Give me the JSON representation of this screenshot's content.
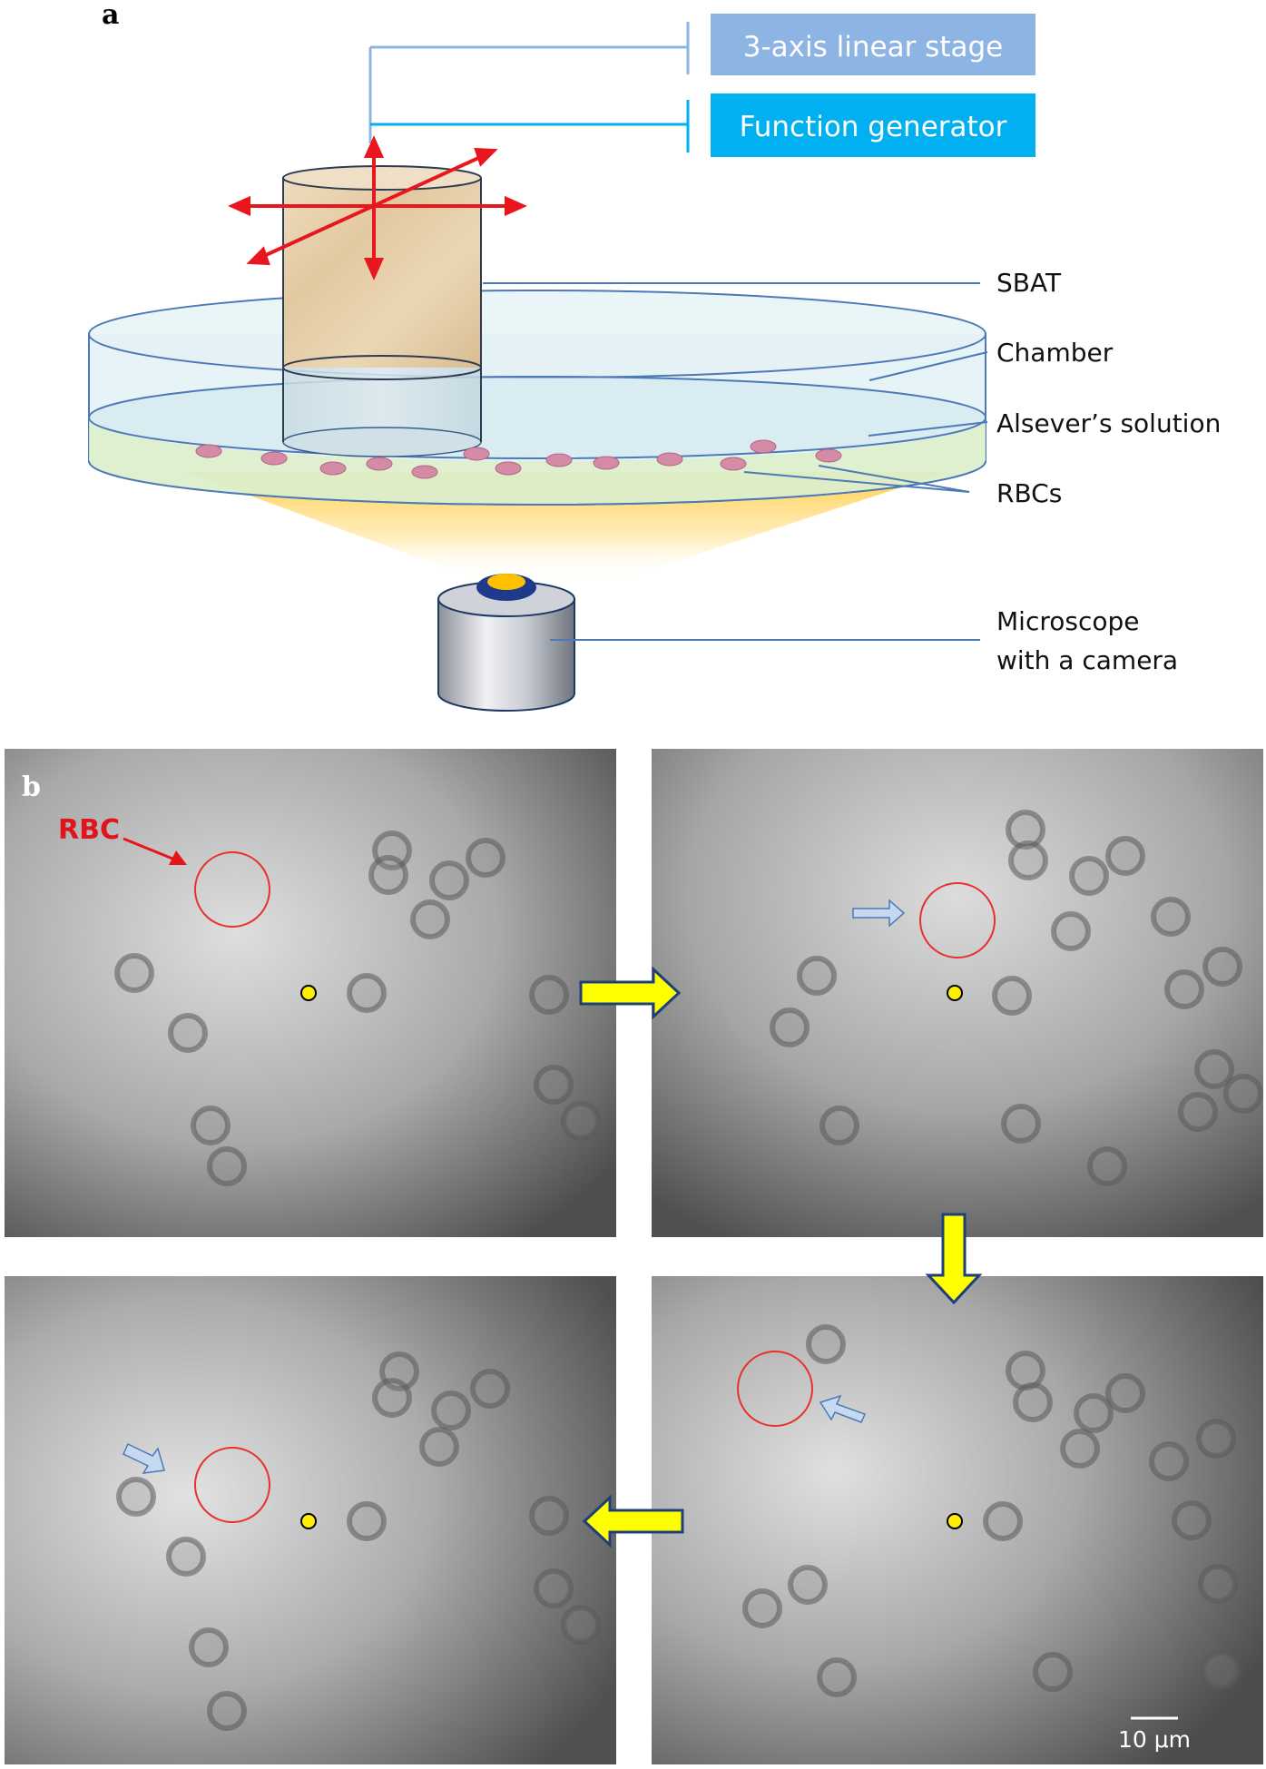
{
  "panel_a": {
    "letter": "a",
    "boxes": {
      "stage": {
        "label": "3-axis linear stage",
        "color": "#8eb4e3"
      },
      "generator": {
        "label": "Function generator",
        "color": "#00b0f0"
      }
    },
    "labels": {
      "sbat": "SBAT",
      "chamber": "Chamber",
      "solution": "Alsever’s solution",
      "rbcs": "RBCs",
      "microscope_line1": "Microscope",
      "microscope_line2": "with a camera"
    }
  },
  "panel_b": {
    "letter": "b",
    "rbc_label": "RBC",
    "scale_bar": "10 μm",
    "colors": {
      "circle": "#e8312d",
      "marker": "#ffee00",
      "flow_arrow": "#ffff00",
      "flow_arrow_edge": "#1f3f7a",
      "push_arrow": "#c6d9f1"
    }
  }
}
